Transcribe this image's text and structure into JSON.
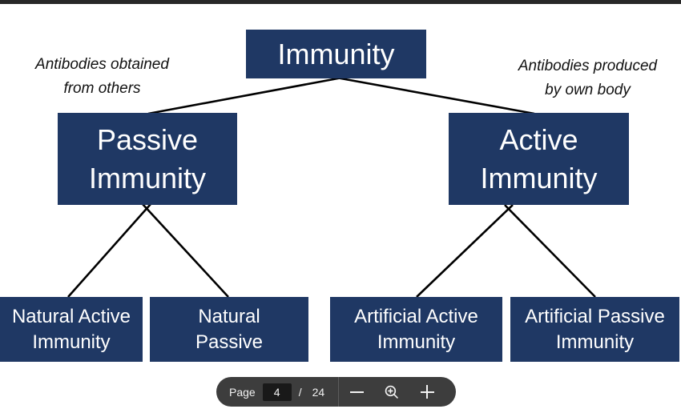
{
  "colors": {
    "node_bg": "#1f3864",
    "node_text": "#ffffff",
    "connector": "#000000",
    "top_bar": "#282828",
    "toolbar_bg": "#3d3d3d",
    "toolbar_input_bg": "#191919",
    "toolbar_text": "#f2f2f2"
  },
  "diagram": {
    "root": {
      "lines": [
        "Immunity"
      ]
    },
    "level2": [
      {
        "id": "passive",
        "lines": [
          "Passive",
          "Immunity"
        ]
      },
      {
        "id": "active",
        "lines": [
          "Active",
          "Immunity"
        ]
      }
    ],
    "level3": [
      {
        "id": "natural-active",
        "lines": [
          "Natural Active",
          "Immunity"
        ]
      },
      {
        "id": "natural-passive",
        "lines": [
          "Natural",
          "Passive"
        ]
      },
      {
        "id": "artificial-active",
        "lines": [
          "Artificial Active",
          "Immunity"
        ]
      },
      {
        "id": "artificial-passive",
        "lines": [
          "Artificial Passive",
          "Immunity"
        ]
      }
    ],
    "annotations": [
      {
        "id": "left",
        "lines": [
          "Antibodies obtained",
          "from others"
        ]
      },
      {
        "id": "right",
        "lines": [
          "Antibodies produced",
          "by own body"
        ]
      }
    ]
  },
  "toolbar": {
    "page_label": "Page",
    "current_page": "4",
    "separator": "/",
    "total_pages": "24",
    "icons": {
      "minus": "minus-icon",
      "zoom": "zoom-in-magnifier-icon",
      "plus": "plus-icon"
    }
  }
}
